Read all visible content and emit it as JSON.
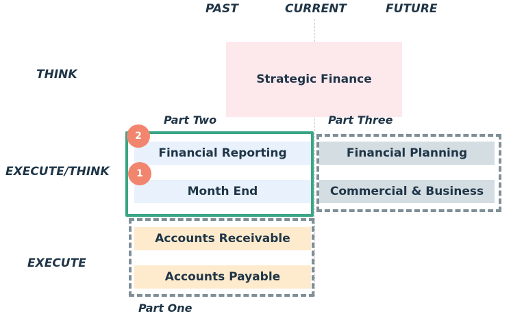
{
  "columns": {
    "past": "PAST",
    "current": "CURRENT",
    "future": "FUTURE"
  },
  "rows": {
    "think": "THINK",
    "execute_think": "EXECUTE/THINK",
    "execute": "EXECUTE"
  },
  "parts": {
    "one": "Part One",
    "two": "Part Two",
    "three": "Part Three"
  },
  "blocks": {
    "strategic_finance": "Strategic Finance",
    "financial_reporting": "Financial Reporting",
    "month_end": "Month End",
    "financial_planning": "Financial Planning",
    "commercial_business": "Commercial & Business",
    "accounts_receivable": "Accounts Receivable",
    "accounts_payable": "Accounts Payable"
  },
  "badges": {
    "first": "1",
    "second": "2"
  },
  "colors": {
    "text": "#1f3547",
    "strategic_fill": "#fde8ec",
    "reporting_fill": "#e8f1fc",
    "planning_fill": "#d3dde2",
    "accounts_fill": "#feebcd",
    "green_frame": "#3aa584",
    "dashed_frame": "#7f8f98",
    "badge": "#f2856d"
  }
}
